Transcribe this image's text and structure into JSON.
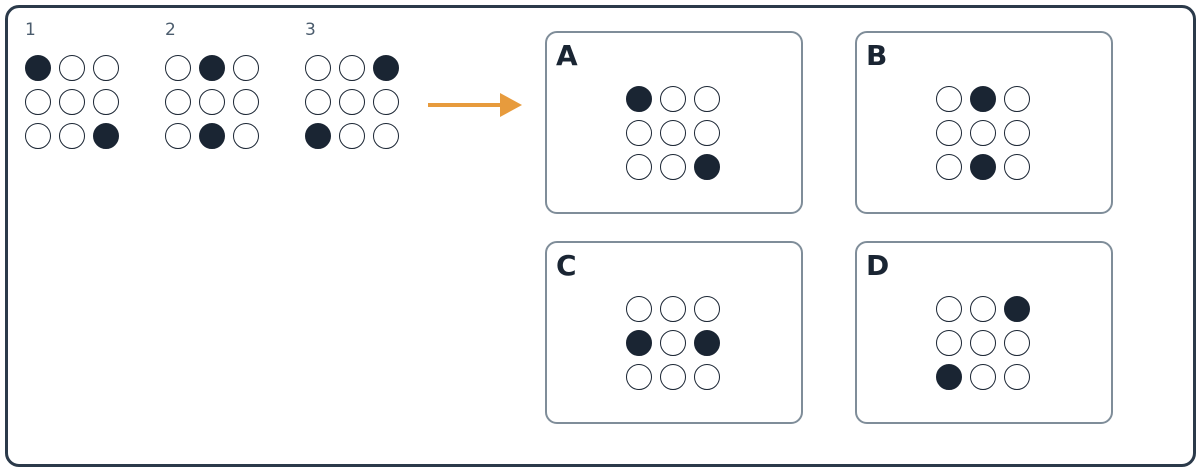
{
  "colors": {
    "filled_dot": "#1a2533",
    "empty_dot": "#ffffff",
    "arrow": "#e79b3d",
    "frame_border": "#2b3a4a",
    "option_border": "#7f8d99"
  },
  "icons": {
    "arrow": "arrow-right-icon"
  },
  "sequence": [
    {
      "label": "1",
      "filled": [
        0,
        8
      ]
    },
    {
      "label": "2",
      "filled": [
        1,
        7
      ]
    },
    {
      "label": "3",
      "filled": [
        2,
        6
      ]
    }
  ],
  "options": [
    {
      "letter": "A",
      "filled": [
        0,
        8
      ]
    },
    {
      "letter": "B",
      "filled": [
        1,
        7
      ]
    },
    {
      "letter": "C",
      "filled": [
        3,
        5
      ]
    },
    {
      "letter": "D",
      "filled": [
        2,
        6
      ]
    }
  ]
}
